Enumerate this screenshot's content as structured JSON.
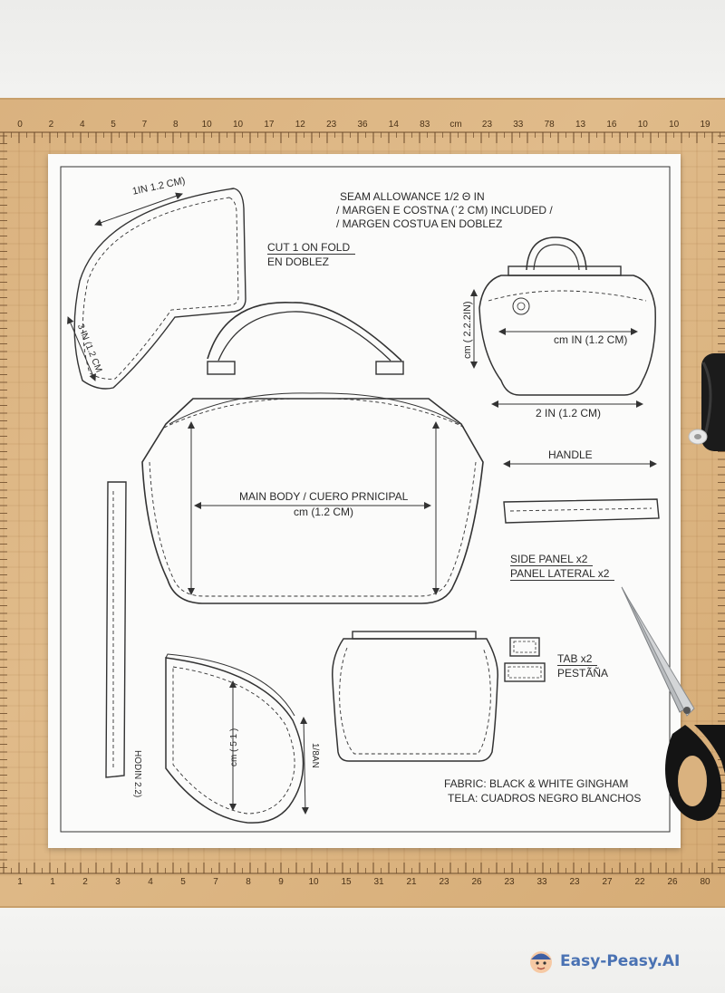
{
  "ruler": {
    "top_numbers": [
      "0",
      "2",
      "4",
      "5",
      "7",
      "8",
      "10",
      "10",
      "17",
      "12",
      "23",
      "36",
      "14",
      "83",
      "cm",
      "23",
      "33",
      "78",
      "13",
      "16",
      "10",
      "10",
      "19"
    ],
    "bottom_numbers": [
      "1",
      "1",
      "2",
      "3",
      "4",
      "5",
      "7",
      "8",
      "9",
      "10",
      "15",
      "31",
      "21",
      "23",
      "26",
      "23",
      "33",
      "23",
      "27",
      "22",
      "26",
      "80"
    ]
  },
  "pattern": {
    "seam_line1": "SEAM ALLOWANCE 1/2 Θ IN",
    "seam_line2": "/ MARGEN E COSTNA (ˈ2 CM) INCLUDED /",
    "seam_line3": "/ MARGEN COSTUA EN DOBLEZ",
    "cut_fold": "CUT 1 ON FOLD",
    "en_doblez": "EN DOBLEZ",
    "top_left_dim": "1IN 1.2 CM)",
    "left_curve_dim": "3 IN (1.2 CM",
    "main_body": "MAIN BODY / CUERO PRNICIPAL",
    "main_body_cm": "cm (1.2 CM)",
    "bag_dim_inner": "cm IN (1.2 CM)",
    "bag_dim_vertical": "cm ( 2.2.2IN)",
    "bag_dim_under": "2 IN (1.2 CM)",
    "handle": "HANDLE",
    "side_panel": "SIDE PANEL x2",
    "panel_lateral": "PANEL LATERAL x2",
    "tab": "TAB x2",
    "pestana": "PESTÃÑA",
    "bottom_left_dim1": "HODIN 2.2)",
    "bottom_left_dim2": "cm ( 5 1 )",
    "bottom_left_dim3": "1/8AN",
    "fabric": "FABRIC: BLACK & WHITE GINGHAM",
    "tela": "TELA: CUADROS NEGRO BLANCHOS"
  },
  "watermark": {
    "text": "Easy-Peasy.AI"
  },
  "colors": {
    "mat": "#dab27f",
    "line": "#333333",
    "paper": "#fbfbfa",
    "brand": "#4a72b3"
  }
}
